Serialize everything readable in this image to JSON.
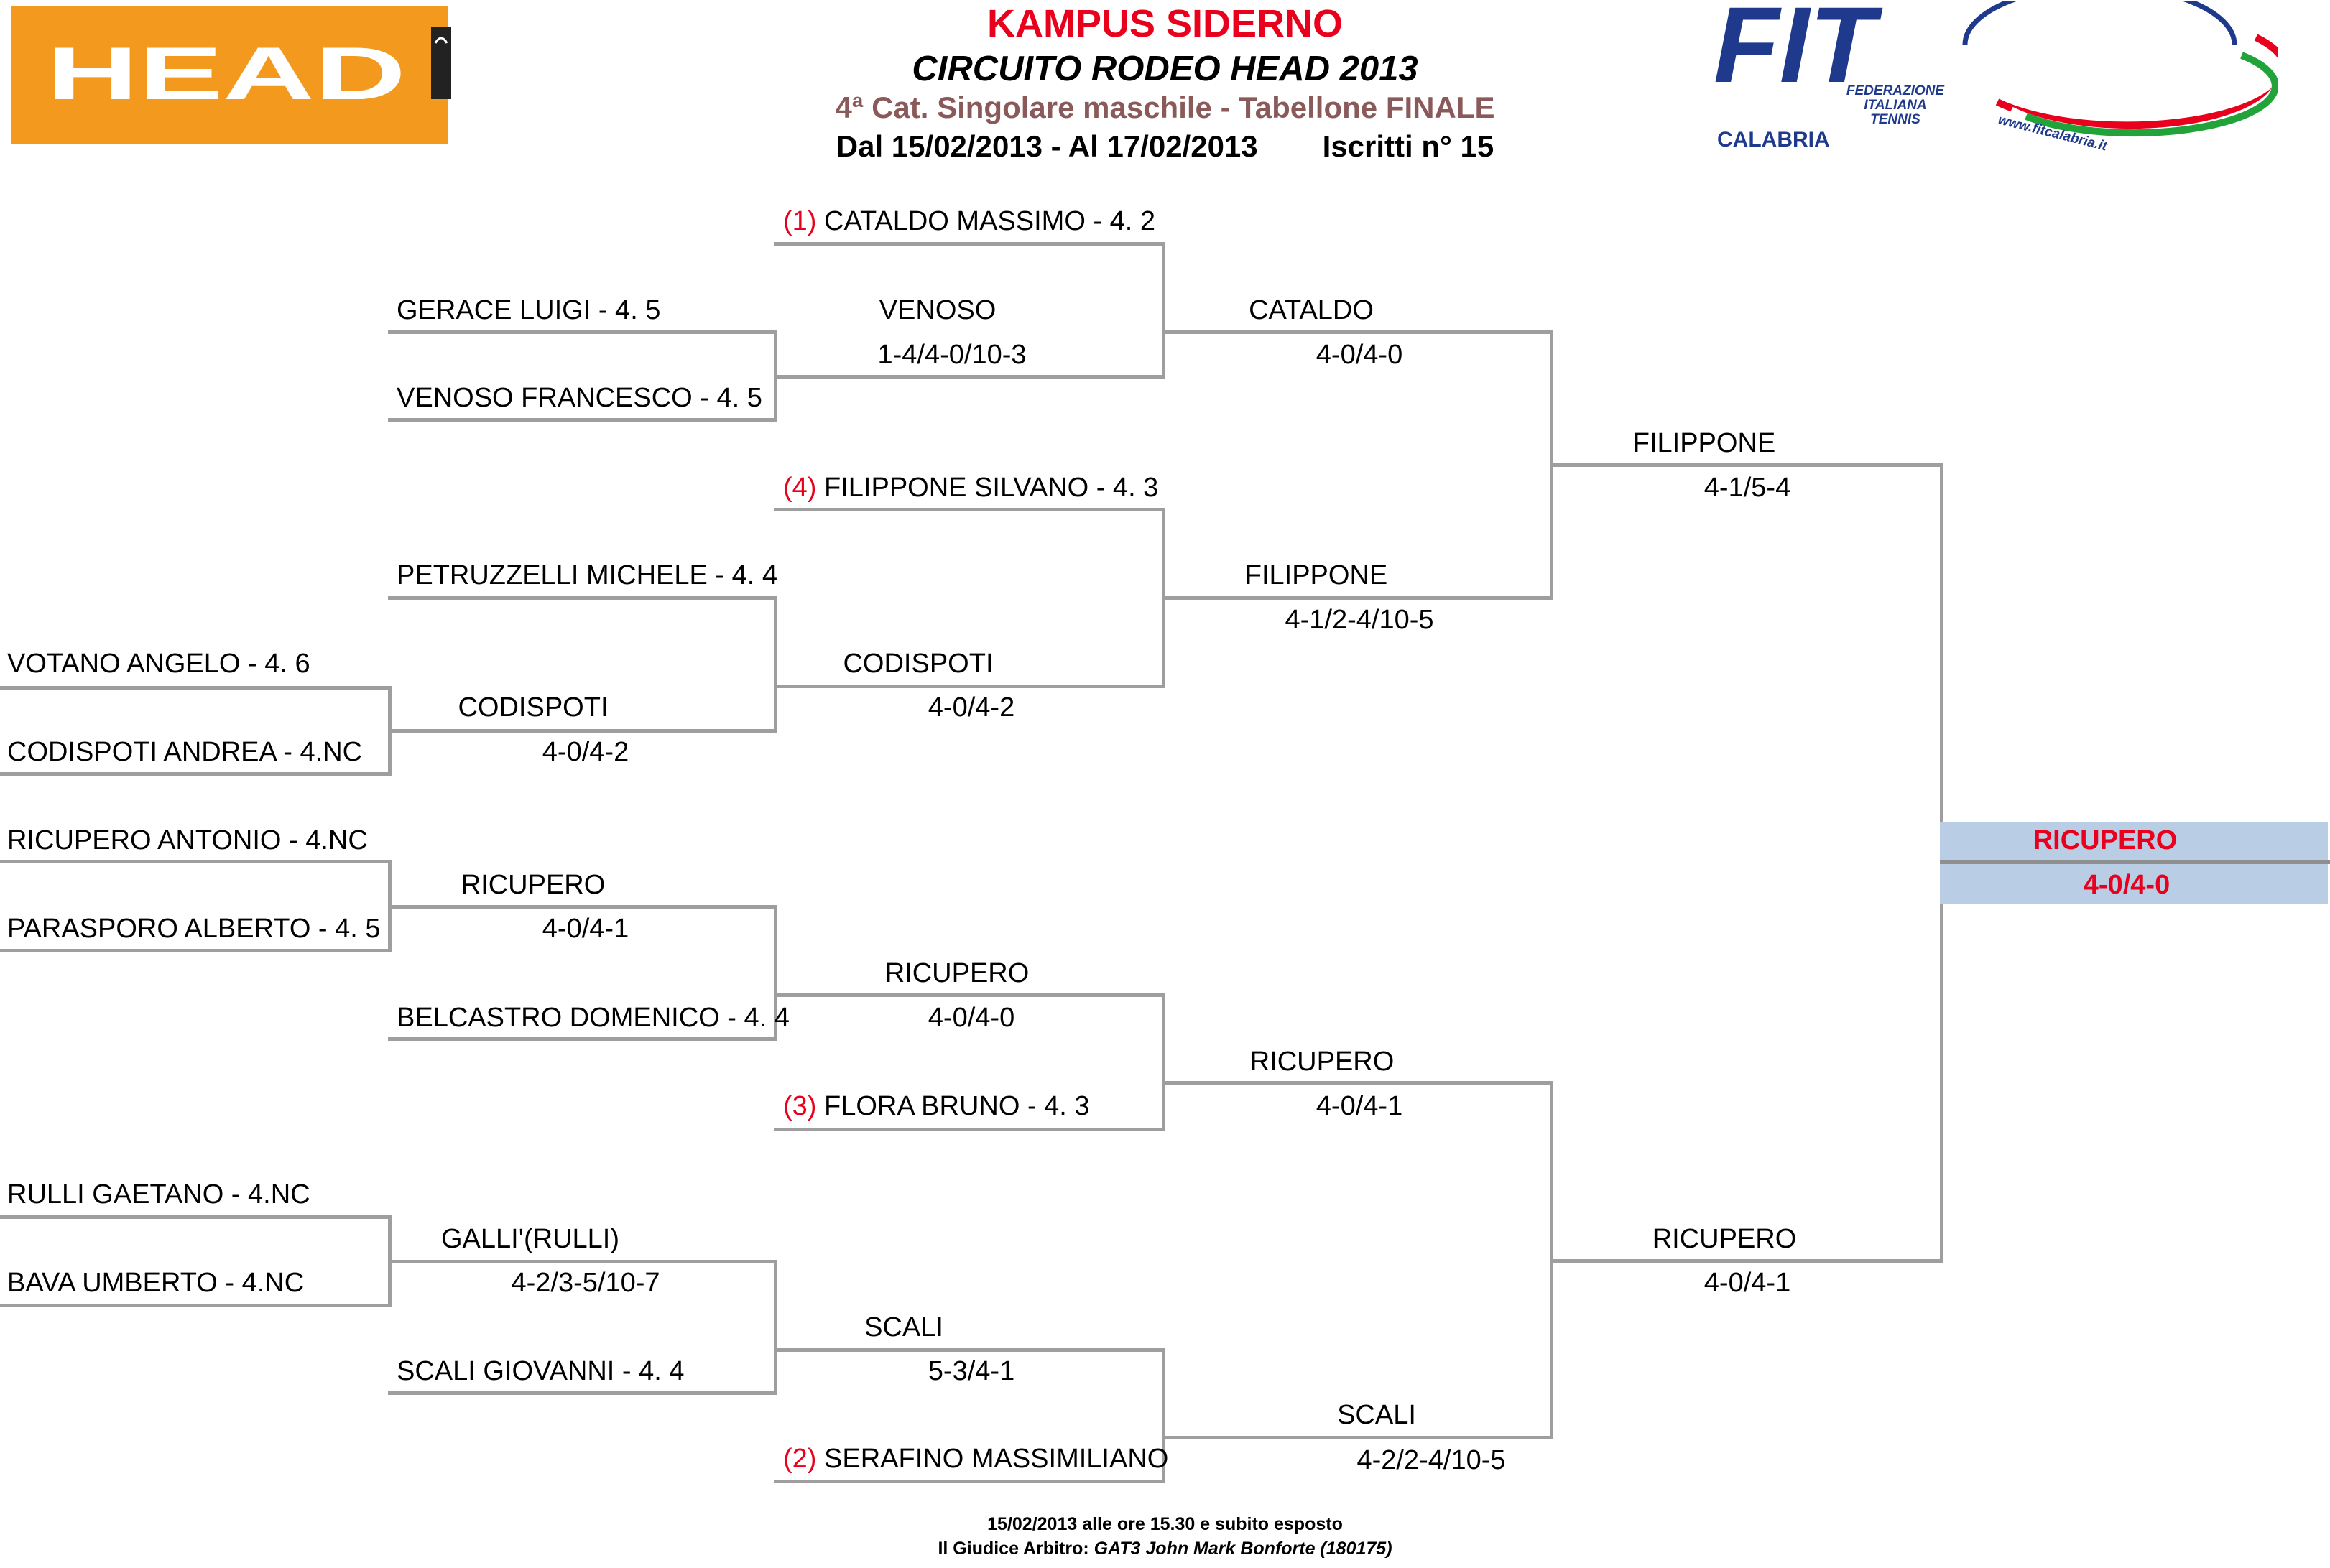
{
  "header": {
    "title": "KAMPUS SIDERNO",
    "subtitle": "CIRCUITO RODEO HEAD 2013",
    "category": "4ª Cat. Singolare maschile - Tabellone FINALE",
    "dates": "Dal 15/02/2013 - Al 17/02/2013",
    "entries": "Iscritti n° 15"
  },
  "logos": {
    "head_brand": "HEAD",
    "fit_brand": "FIT",
    "fit_lines": [
      "FEDERAZIONE",
      "ITALIANA",
      "TENNIS"
    ],
    "fit_region": "CALABRIA",
    "fit_url": "www.fitcalabria.it",
    "head_color": "#f39a1e",
    "fit_color": "#1f3a8c"
  },
  "bracket": {
    "r1": [
      {
        "name": "VOTANO ANGELO - 4. 6"
      },
      {
        "name": "CODISPOTI ANDREA - 4.NC"
      },
      {
        "name": "RICUPERO ANTONIO - 4.NC"
      },
      {
        "name": "PARASPORO ALBERTO - 4. 5"
      },
      {
        "name": "RULLI GAETANO - 4.NC"
      },
      {
        "name": "BAVA UMBERTO - 4.NC"
      }
    ],
    "r1_results": [
      {
        "winner": "CODISPOTI",
        "score": "4-0/4-2"
      },
      {
        "winner": "RICUPERO",
        "score": "4-0/4-1"
      },
      {
        "winner": "GALLI'(RULLI)",
        "score": "4-2/3-5/10-7"
      }
    ],
    "r2": [
      {
        "name": "GERACE LUIGI - 4. 5"
      },
      {
        "name": "VENOSO FRANCESCO - 4. 5"
      },
      {
        "name": "PETRUZZELLI MICHELE - 4. 4"
      },
      {
        "name": "BELCASTRO DOMENICO - 4. 4"
      },
      {
        "name": "SCALI GIOVANNI - 4. 4"
      }
    ],
    "r2_results": [
      {
        "winner": "VENOSO",
        "score": "1-4/4-0/10-3"
      },
      {
        "winner": "CODISPOTI",
        "score": "4-0/4-2"
      },
      {
        "winner": "RICUPERO",
        "score": "4-0/4-0"
      },
      {
        "winner": "SCALI",
        "score": "5-3/4-1"
      }
    ],
    "seeds": [
      {
        "seed": "(1)",
        "name": "CATALDO MASSIMO - 4. 2"
      },
      {
        "seed": "(4)",
        "name": "FILIPPONE SILVANO - 4. 3"
      },
      {
        "seed": "(3)",
        "name": "FLORA BRUNO - 4. 3"
      },
      {
        "seed": "(2)",
        "name": "SERAFINO MASSIMILIANO"
      }
    ],
    "qf_results": [
      {
        "winner": "CATALDO",
        "score": "4-0/4-0"
      },
      {
        "winner": "FILIPPONE",
        "score": "4-1/2-4/10-5"
      },
      {
        "winner": "RICUPERO",
        "score": "4-0/4-1"
      },
      {
        "winner": "SCALI",
        "score": "4-2/2-4/10-5"
      }
    ],
    "sf_results": [
      {
        "winner": "FILIPPONE",
        "score": "4-1/5-4"
      },
      {
        "winner": "RICUPERO",
        "score": "4-0/4-1"
      }
    ],
    "final": {
      "winner": "RICUPERO",
      "score": "4-0/4-0"
    }
  },
  "footer": {
    "line1": "15/02/2013 alle ore 15.30 e subito esposto",
    "line2_prefix": "Il Giudice Arbitro:",
    "line2_name": "GAT3 John Mark Bonforte (180175)"
  }
}
